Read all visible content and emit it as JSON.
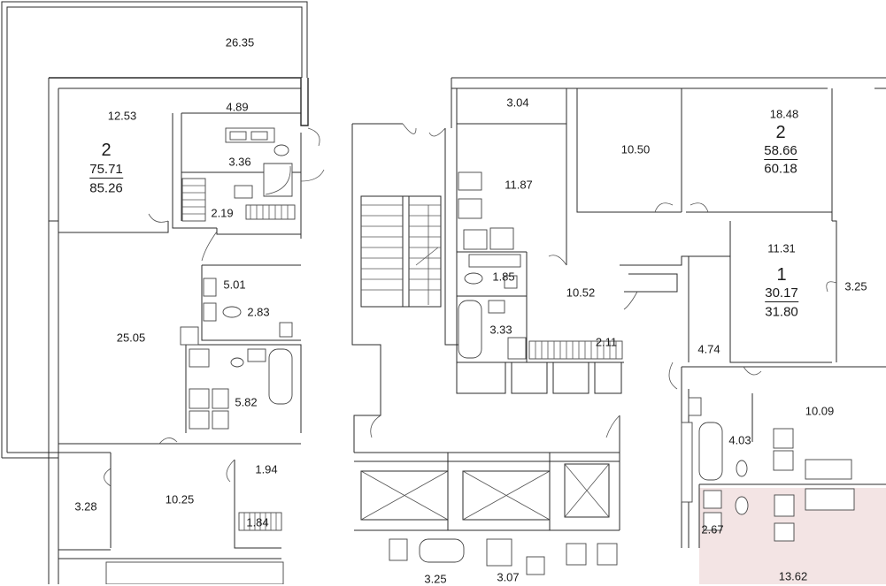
{
  "apartments": [
    {
      "rooms": "2",
      "area_living": "75.71",
      "area_total": "85.26"
    },
    {
      "rooms": "2",
      "area_living": "58.66",
      "area_total": "60.18"
    },
    {
      "rooms": "1",
      "area_living": "30.17",
      "area_total": "31.80"
    }
  ],
  "room_areas": [
    "26.35",
    "12.53",
    "4.89",
    "3.36",
    "2.19",
    "5.01",
    "2.83",
    "25.05",
    "5.82",
    "1.94",
    "3.28",
    "10.25",
    "1.84",
    "3.04",
    "11.87",
    "1.85",
    "3.33",
    "10.52",
    "2.11",
    "10.50",
    "18.48",
    "11.31",
    "3.25",
    "4.74",
    "10.09",
    "4.03",
    "2.67",
    "13.62",
    "3.25",
    "3.07"
  ],
  "colors": {
    "wall": "#2b2b2b",
    "background": "#ffffff",
    "highlight": "#f3e4e4"
  }
}
